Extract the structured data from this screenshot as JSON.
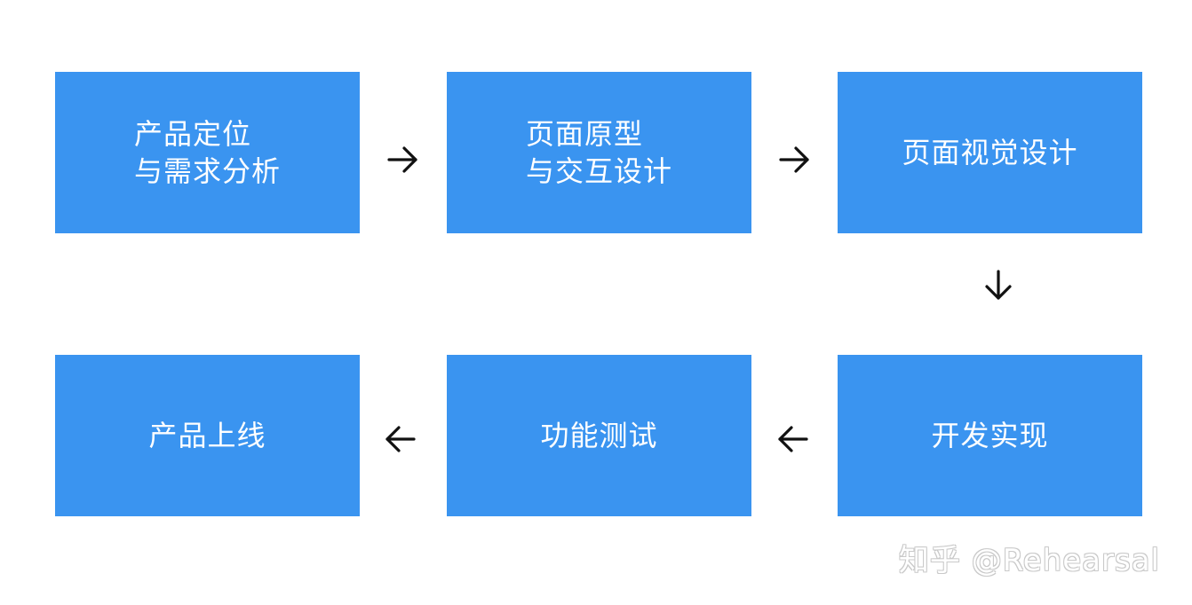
{
  "theme": {
    "box_color": "#3a94f0",
    "text_color": "#ffffff",
    "arrow_color": "#111111"
  },
  "steps": [
    {
      "lines": [
        "产品定位",
        "与需求分析"
      ]
    },
    {
      "lines": [
        "页面原型",
        "与交互设计"
      ]
    },
    {
      "lines": [
        "页面视觉设计"
      ]
    },
    {
      "lines": [
        "开发实现"
      ]
    },
    {
      "lines": [
        "功能测试"
      ]
    },
    {
      "lines": [
        "产品上线"
      ]
    }
  ],
  "arrows": [
    {
      "icon": "arrow-right-icon"
    },
    {
      "icon": "arrow-right-icon"
    },
    {
      "icon": "arrow-down-icon"
    },
    {
      "icon": "arrow-left-icon"
    },
    {
      "icon": "arrow-left-icon"
    }
  ],
  "watermark": {
    "text": "知乎 @Rehearsal"
  }
}
